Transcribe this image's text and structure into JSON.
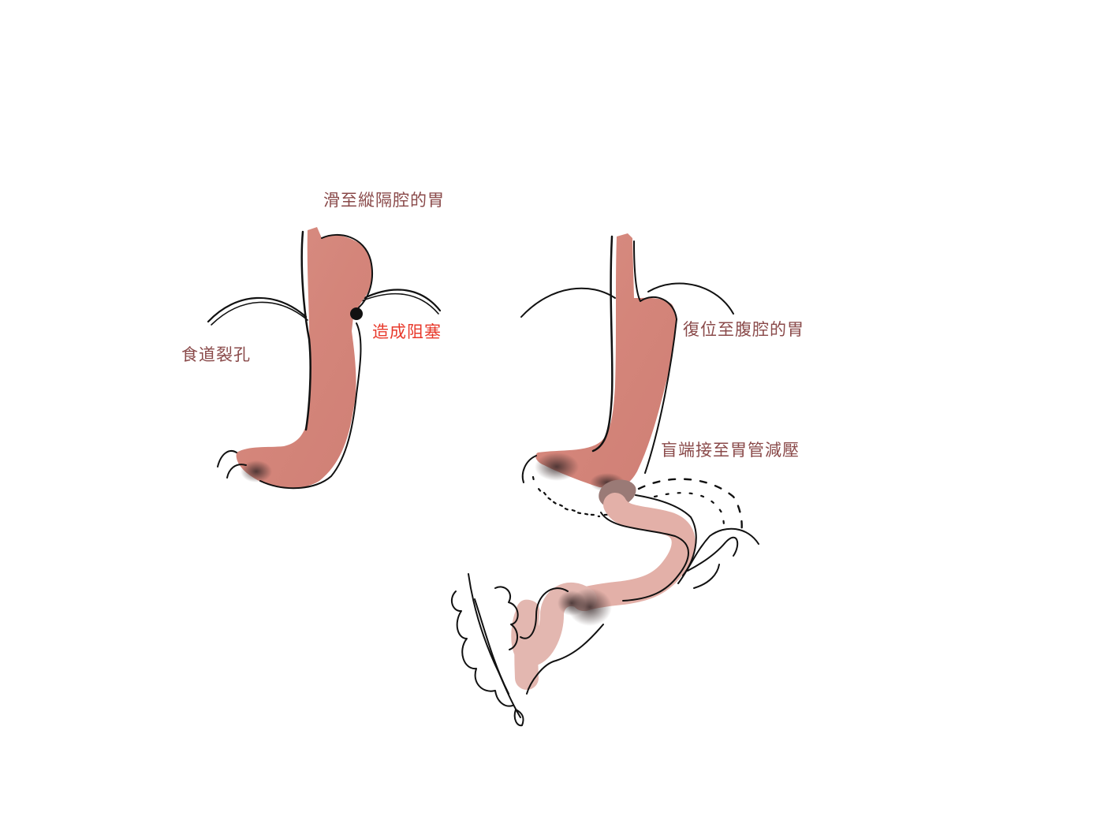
{
  "diagram": {
    "subject": "hiatal hernia stomach illustration",
    "colors": {
      "stomach_fill": "#d4857a",
      "intestine_fill": "#e3b0a8",
      "bruise_shade": "#5a3a3a",
      "ink": "#111111",
      "label_brown": "#8a4a4a",
      "label_red": "#e8392b",
      "background": "#ffffff"
    },
    "left_figure": {
      "labels": {
        "stomach_in_mediastinum": "滑至縱隔腔的胃",
        "hiatus": "食道裂孔",
        "obstruction": "造成阻塞"
      }
    },
    "right_figure": {
      "labels": {
        "stomach_repositioned": "復位至腹腔的胃",
        "blind_end_decompression": "盲端接至胃管減壓"
      }
    }
  }
}
